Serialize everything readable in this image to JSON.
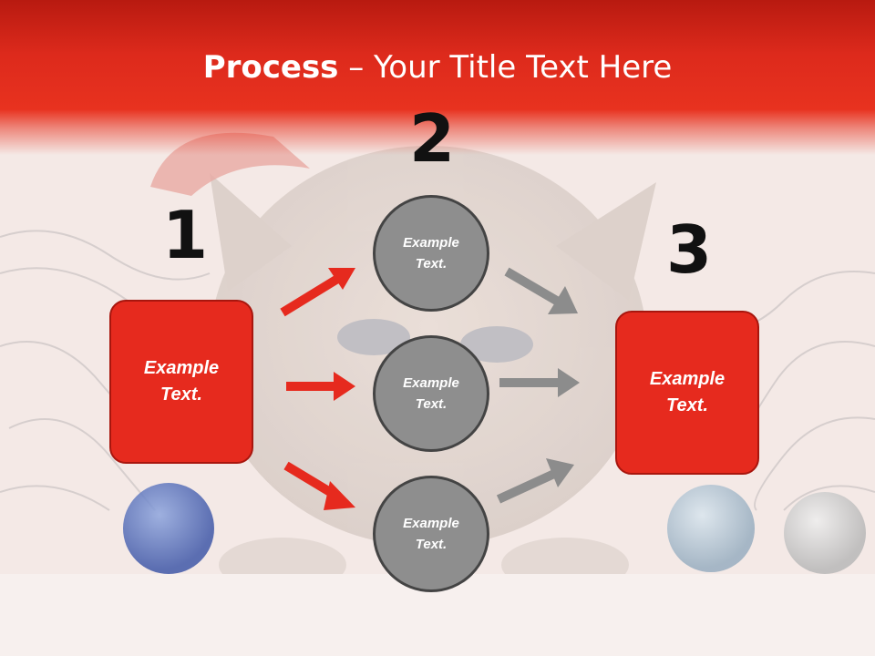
{
  "slide": {
    "title_bold": "Process",
    "title_rest": " – Your Title Text Here"
  },
  "steps": {
    "step1": {
      "number": "1",
      "text_line1": "Example",
      "text_line2": "Text."
    },
    "step2": {
      "number": "2"
    },
    "step3": {
      "number": "3",
      "text_line1": "Example",
      "text_line2": "Text."
    }
  },
  "circles": [
    {
      "text_line1": "Example",
      "text_line2": "Text."
    },
    {
      "text_line1": "Example",
      "text_line2": "Text."
    },
    {
      "text_line1": "Example",
      "text_line2": "Text."
    }
  ],
  "colors": {
    "accent_red": "#e62a1e",
    "header_red": "#dd2a1c",
    "circle_gray": "#8e8e8e",
    "arrow_gray": "#8c8c8c"
  }
}
